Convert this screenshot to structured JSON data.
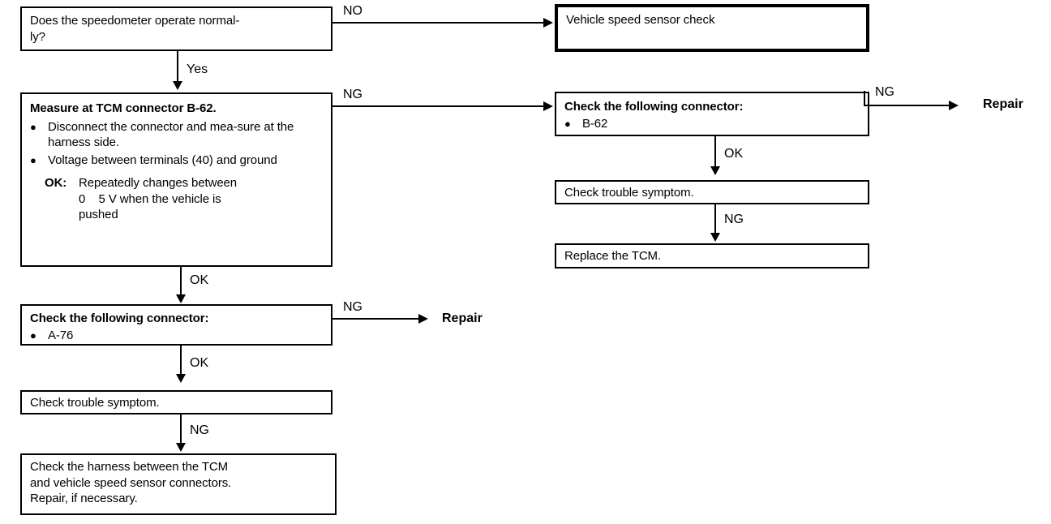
{
  "diagram": {
    "title": "Speedometer / TCM connector B-62 diagnostic flowchart",
    "type": "flowchart",
    "ink_color": "#000000",
    "background_color": "#ffffff"
  },
  "nodes": {
    "speedometer_question": {
      "text": "Does the speedometer operate normal-\nly?",
      "line1": "Does the speedometer operate normal-",
      "line2": "ly?"
    },
    "vehicle_speed_sensor_check": {
      "text": "Vehicle speed sensor check"
    },
    "measure_tcm": {
      "title": "Measure at TCM connector B-62.",
      "bullets": [
        "Disconnect the connector and mea-\nsure at the harness side.",
        "Voltage between terminals (40) and\nground"
      ],
      "bullet_1": "Disconnect the connector and mea-sure at the harness side.",
      "bullet_2": "Voltage between terminals (40) and ground",
      "ok_label": "OK:",
      "ok_text": "Repeatedly changes between\n0   5 V when the vehicle is\npushed",
      "ok_line1": "Repeatedly changes between",
      "ok_line2": "0    5 V when the vehicle is",
      "ok_line3": "pushed"
    },
    "check_connector_b62": {
      "title": "Check the following connector:",
      "bullet": "B-62"
    },
    "check_trouble_symptom_right": {
      "text": "Check trouble symptom."
    },
    "replace_tcm": {
      "text": "Replace the TCM."
    },
    "check_connector_a76": {
      "title": "Check the following connector:",
      "bullet": "A-76"
    },
    "check_trouble_symptom_left": {
      "text": "Check trouble symptom."
    },
    "check_harness": {
      "line1": "Check the harness between the TCM",
      "line2": "and vehicle speed sensor connectors.",
      "line3": "Repair, if necessary."
    }
  },
  "terminals": {
    "repair_right": "Repair",
    "repair_left": "Repair"
  },
  "edge_labels": {
    "no_top": "NO",
    "yes_top": "Yes",
    "ng_measure": "NG",
    "ng_b62_repair": "NG",
    "ok_b62": "OK",
    "ng_symptom_right": "NG",
    "ok_measure": "OK",
    "ng_a76_repair": "NG",
    "ok_a76": "OK",
    "ng_symptom_left": "NG"
  },
  "glyphs": {
    "bullet": "●"
  }
}
